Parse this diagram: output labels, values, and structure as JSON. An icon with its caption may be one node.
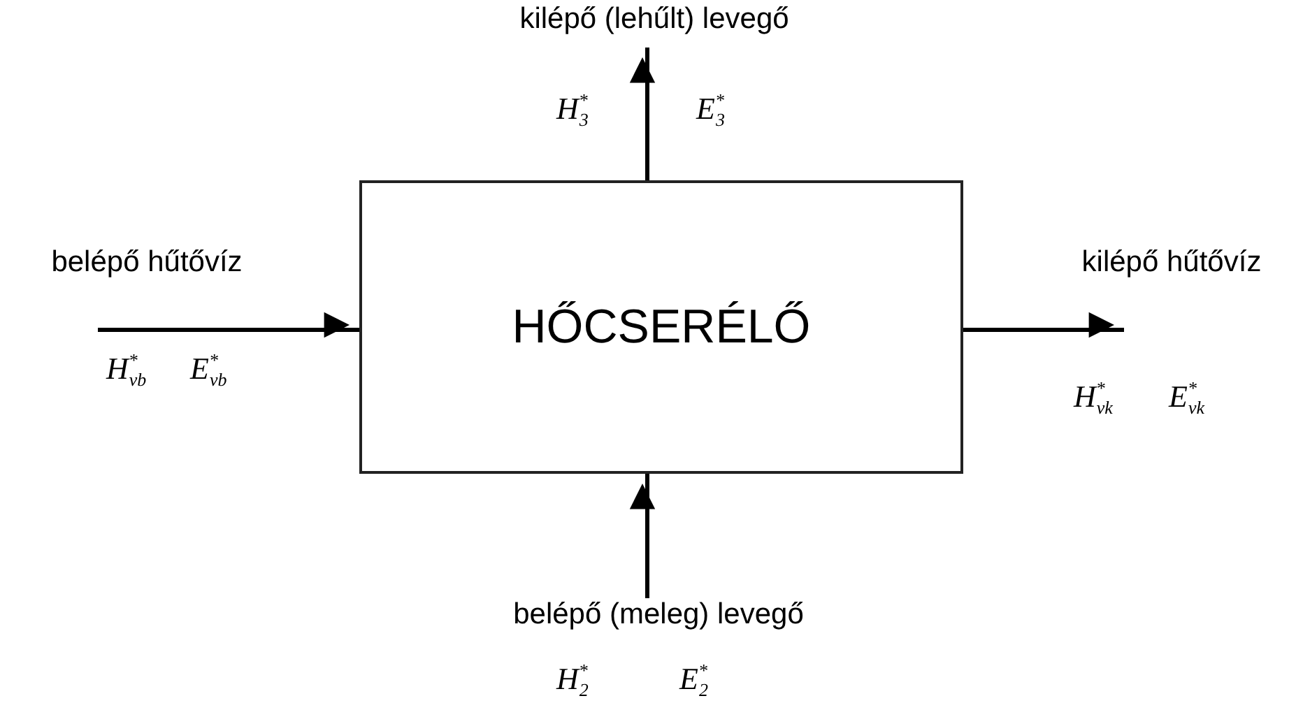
{
  "diagram": {
    "nodes": [
      {
        "text": [
          "kilépő (lehűlt) levegő"
        ],
        "beside": [
          "H$^{*}$$_{3}$",
          "E$^{*}$$_{3}$"
        ]
      },
      {
        "text": [
          "belépő hűtővíz"
        ],
        "beside": [
          "H$^{*}$$_{vb}$",
          "E$^{*}$$_{vb}$"
        ]
      },
      {
        "text": [
          "HŐCSERÉLŐ"
        ]
      },
      {
        "text": [
          "kilépő hűtővíz"
        ],
        "beside": [
          "H$^{*}$$_{vk}$",
          "E$^{*}$$_{vk}$"
        ]
      },
      {
        "text": [
          "belépő (meleg) levegő"
        ],
        "beside": [
          "H$^{*}$$_{2}$",
          "E$^{*}$$_{2}$"
        ]
      }
    ],
    "edges": [
      {
        "from": 1,
        "to": 2,
        "arrow": "to"
      },
      {
        "from": 2,
        "to": 3,
        "arrow": "to"
      },
      {
        "from": 4,
        "to": 2,
        "arrow": "to"
      },
      {
        "from": 2,
        "to": 0,
        "arrow": "to"
      }
    ]
  }
}
